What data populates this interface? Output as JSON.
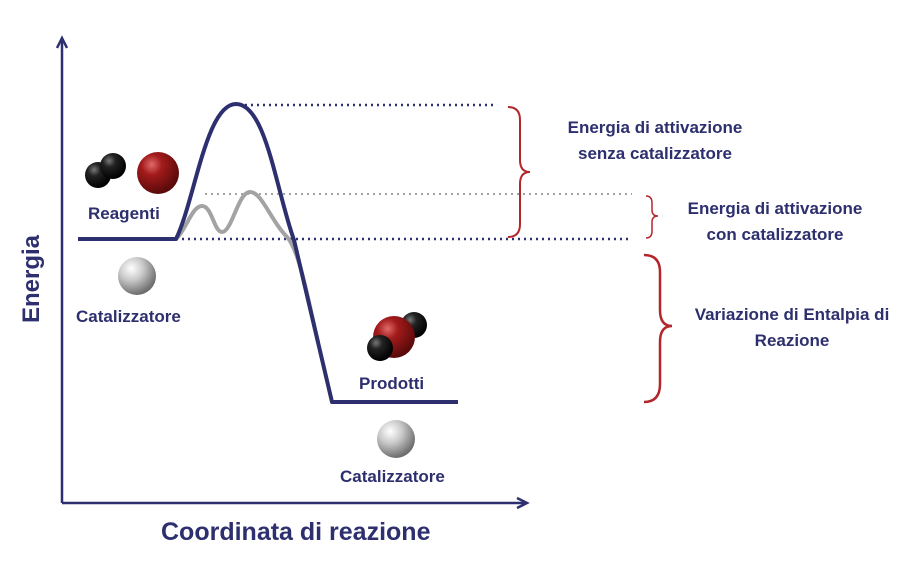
{
  "axes": {
    "y_label": "Energia",
    "x_label": "Coordinata di reazione"
  },
  "labels": {
    "reactants": "Reagenti",
    "products": "Prodotti",
    "catalyst_left": "Catalizzatore",
    "catalyst_right": "Catalizzatore"
  },
  "annotations": {
    "uncatalyzed_line1": "Energia di attivazione",
    "uncatalyzed_line2": "senza catalizzatore",
    "catalyzed_line1": "Energia di attivazione",
    "catalyzed_line2": "con catalizzatore",
    "enthalpy_line1": "Variazione di Entalpia di",
    "enthalpy_line2": "Reazione"
  },
  "colors": {
    "navy": "#2d2f6e",
    "gray_curve": "#a3a3a3",
    "brace_red": "#b3262b",
    "atom_red": "#a31b1b",
    "atom_black": "#111111"
  },
  "icons": {
    "reactant_molecule": "molecule-icon",
    "product_molecule": "molecule-icon",
    "catalyst": "sphere-icon"
  }
}
